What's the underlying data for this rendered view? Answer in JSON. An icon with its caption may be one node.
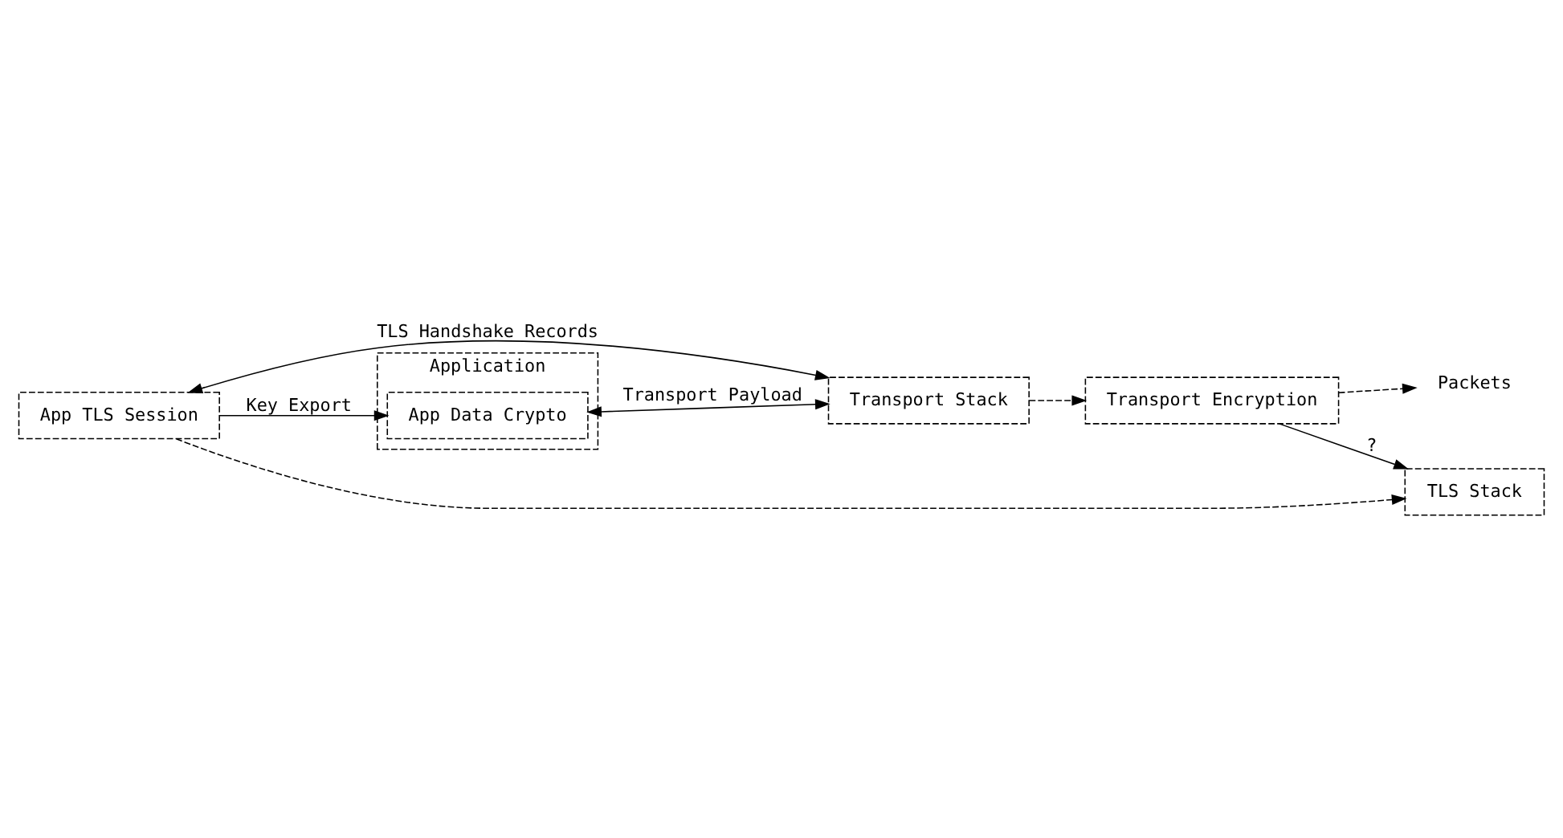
{
  "diagram": {
    "nodes": [
      {
        "text": [
          "Application"
        ]
      },
      {
        "text": [
          "App Data Crypto"
        ],
        "in": 0
      },
      {
        "text": [
          "App TLS Session"
        ]
      },
      {
        "text": [
          "TLS Stack"
        ]
      },
      {
        "text": [
          "Transport Stack"
        ]
      },
      {
        "text": [
          "Transport Encryption"
        ]
      },
      {
        "text": [
          "Packets"
        ]
      }
    ],
    "edges": [
      {
        "from": 2,
        "to": 1,
        "arrow": "to",
        "label": "Key Export"
      },
      {
        "from": 2,
        "to": 4,
        "arrow": "both",
        "label": "TLS Handshake Records"
      },
      {
        "from": 1,
        "to": 4,
        "arrow": "both",
        "label": "Transport Payload"
      },
      {
        "from": 2,
        "to": 3,
        "arrow": "to",
        "style": "dashed"
      },
      {
        "from": 5,
        "to": 3,
        "arrow": "to",
        "label": "?"
      },
      {
        "from": 4,
        "to": 5,
        "arrow": "to",
        "style": "dashed"
      },
      {
        "from": 5,
        "to": 6,
        "arrow": "to",
        "style": "dashed"
      }
    ]
  }
}
